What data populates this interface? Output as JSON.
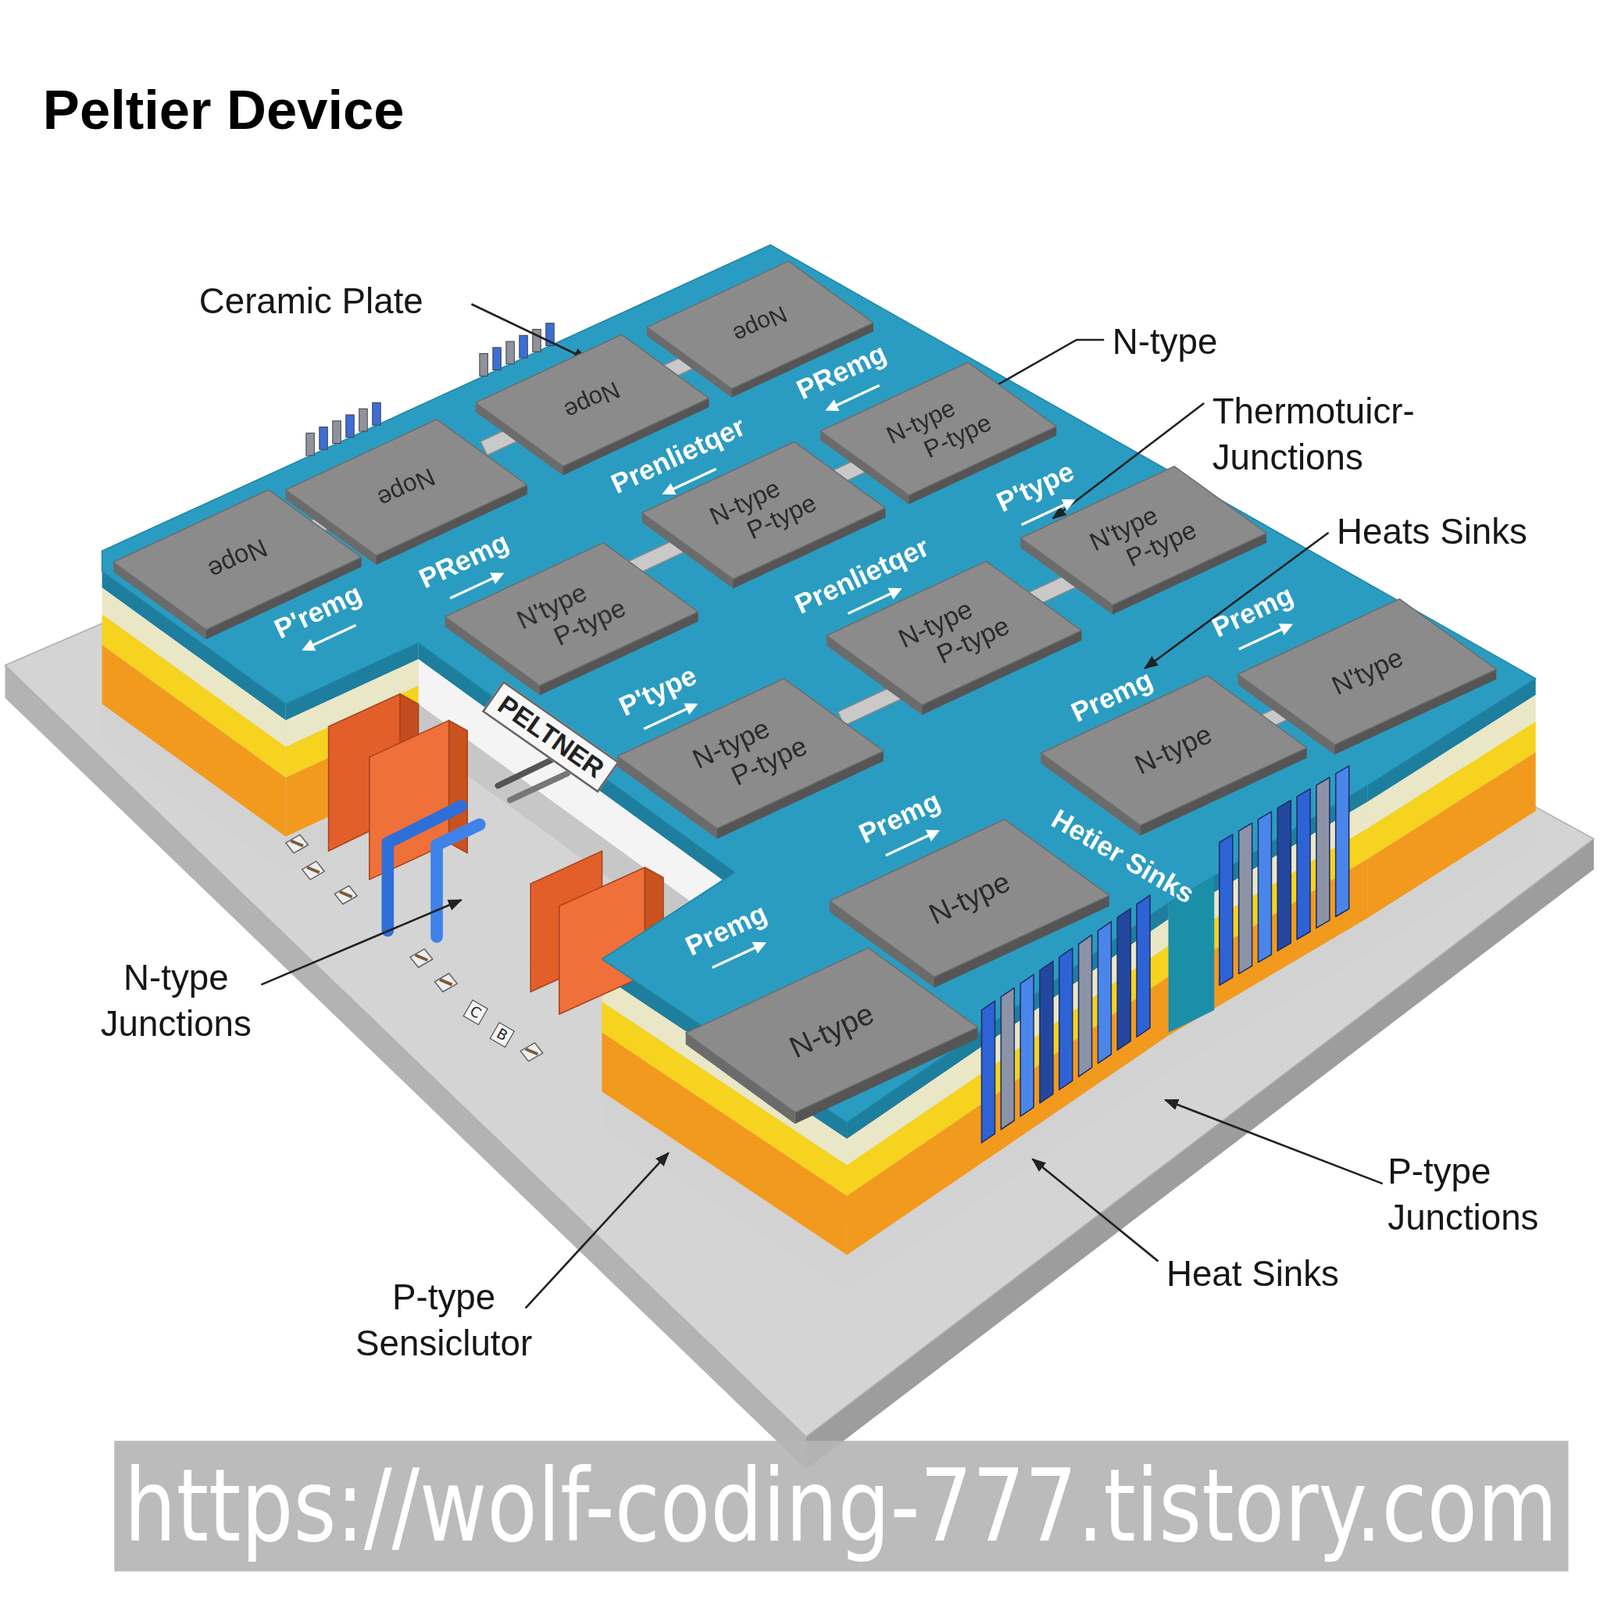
{
  "diagram": {
    "title": "Peltier Device",
    "nodes": [
      {
        "text": [
          "Nope"
        ]
      },
      {
        "text": [
          "Nope"
        ]
      },
      {
        "text": [
          "N-type",
          "P-type"
        ]
      },
      {
        "text": [
          "Nope"
        ]
      },
      {
        "text": [
          "N-type",
          "P-type"
        ]
      },
      {
        "text": [
          "N'type",
          "P-type"
        ]
      },
      {
        "text": [
          "Nope"
        ]
      },
      {
        "text": [
          "N'type",
          "P-type"
        ]
      },
      {
        "text": [
          "N-type",
          "P-type"
        ]
      },
      {
        "text": [
          "N'type"
        ]
      },
      {
        "text": [
          "N-type",
          "P-type"
        ]
      },
      {
        "text": [
          "N-type"
        ]
      },
      {
        "text": [
          "N-type"
        ]
      },
      {
        "text": [
          "N-type"
        ]
      }
    ],
    "labels": [
      "Ceramic Plate",
      "N-type",
      "Thermotuicr- Junctions",
      "Heats Sinks",
      "N-type Junctions",
      "P-type Junctions",
      "Heat Sinks",
      "P-type Sensiclutor",
      "P'remg",
      "PRemg",
      "PRemg",
      "Prenlietqer",
      "Prenlietqer",
      "P'type",
      "P'type",
      "Premg",
      "Premg",
      "Premg",
      "Premg",
      "Hetier Sinks",
      "PELTNER",
      "https://wolf-coding-777.tistory.com",
      "C",
      "B"
    ]
  }
}
